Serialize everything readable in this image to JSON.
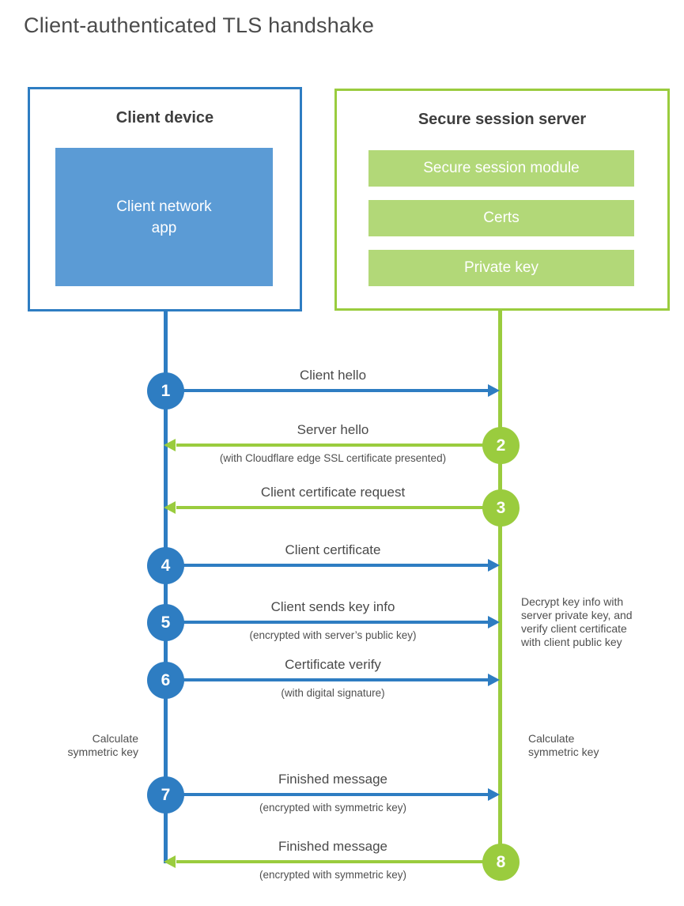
{
  "title": "Client-authenticated TLS handshake",
  "colors": {
    "blue_accent": "#2e7dc2",
    "blue_fill": "#5b9bd5",
    "green_accent": "#9acc3e",
    "green_fill": "#b2d878"
  },
  "client_box": {
    "title": "Client device",
    "app_label": "Client network\napp"
  },
  "server_box": {
    "title": "Secure session server",
    "modules": [
      "Secure session module",
      "Certs",
      "Private key"
    ]
  },
  "steps": [
    {
      "num": "1",
      "direction": "client-to-server",
      "label": "Client hello"
    },
    {
      "num": "2",
      "direction": "server-to-client",
      "label": "Server hello",
      "sub": "(with Cloudflare edge SSL certificate presented)"
    },
    {
      "num": "3",
      "direction": "server-to-client",
      "label": "Client certificate request"
    },
    {
      "num": "4",
      "direction": "client-to-server",
      "label": "Client certificate"
    },
    {
      "num": "5",
      "direction": "client-to-server",
      "label": "Client sends key info",
      "sub": "(encrypted with server’s public key)"
    },
    {
      "num": "6",
      "direction": "client-to-server",
      "label": "Certificate verify",
      "sub": "(with digital signature)"
    },
    {
      "num": "7",
      "direction": "client-to-server",
      "label": "Finished message",
      "sub": "(encrypted with symmetric key)"
    },
    {
      "num": "8",
      "direction": "server-to-client",
      "label": "Finished message",
      "sub": "(encrypted with symmetric key)"
    }
  ],
  "annotations": {
    "decrypt_note": "Decrypt key info with\nserver private key, and\nverify client certificate\nwith client public key",
    "calc_left": "Calculate\nsymmetric key",
    "calc_right": "Calculate\nsymmetric key"
  }
}
